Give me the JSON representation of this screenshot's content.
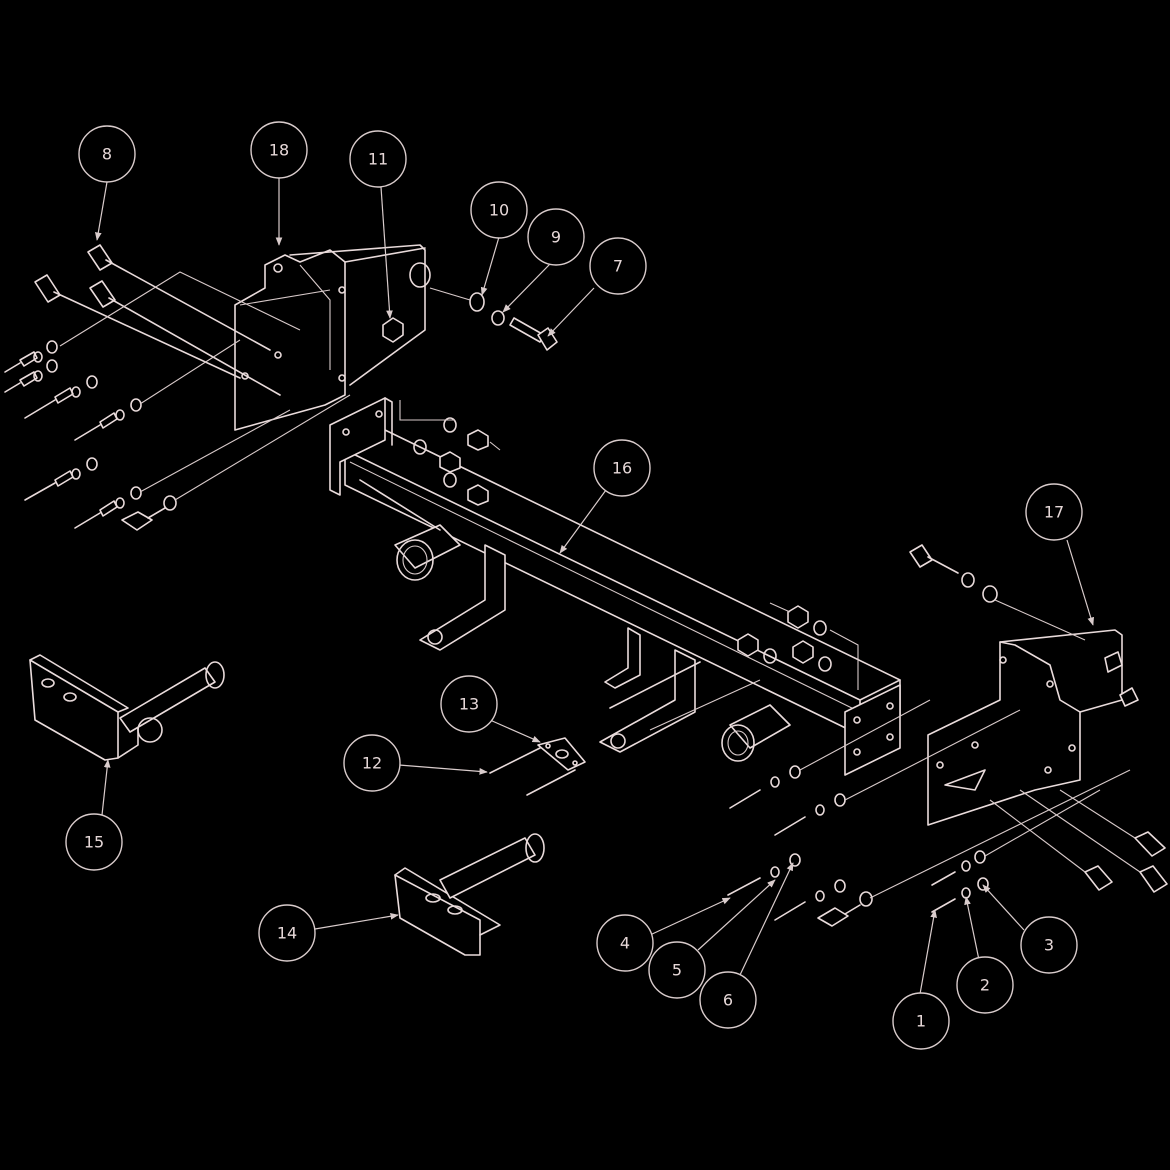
{
  "diagram": {
    "callouts": [
      {
        "id": "c1",
        "label": "1"
      },
      {
        "id": "c2",
        "label": "2"
      },
      {
        "id": "c3",
        "label": "3"
      },
      {
        "id": "c4",
        "label": "4"
      },
      {
        "id": "c5",
        "label": "5"
      },
      {
        "id": "c6",
        "label": "6"
      },
      {
        "id": "c7",
        "label": "7"
      },
      {
        "id": "c8",
        "label": "8"
      },
      {
        "id": "c9",
        "label": "9"
      },
      {
        "id": "c10",
        "label": "10"
      },
      {
        "id": "c11",
        "label": "11"
      },
      {
        "id": "c12",
        "label": "12"
      },
      {
        "id": "c13",
        "label": "13"
      },
      {
        "id": "c14",
        "label": "14"
      },
      {
        "id": "c15",
        "label": "15"
      },
      {
        "id": "c16",
        "label": "16"
      },
      {
        "id": "c17",
        "label": "17"
      },
      {
        "id": "c18",
        "label": "18"
      }
    ],
    "colors": {
      "background": "#000000",
      "line": "#e8dada"
    }
  }
}
